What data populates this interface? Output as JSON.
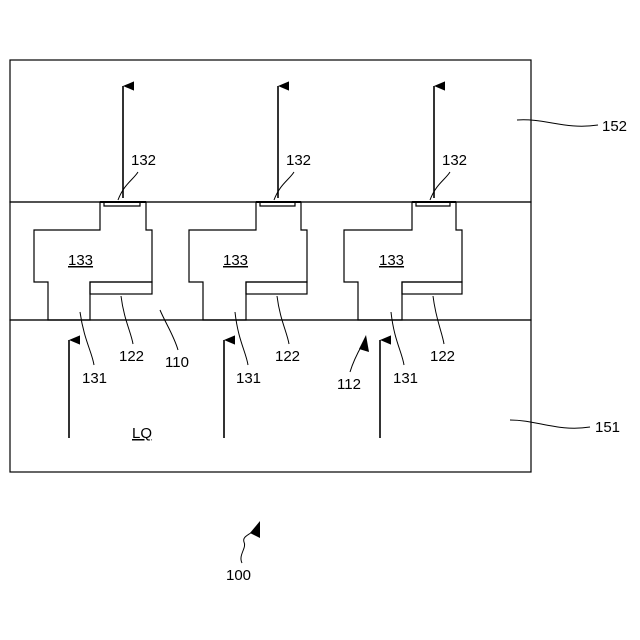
{
  "regions": {
    "upper_chamber": "152",
    "lower_chamber": "151",
    "substrate": "110",
    "flow_label": "LQ",
    "device": "100",
    "surface": "112"
  },
  "elements": [
    {
      "cavity": "133",
      "outlet": "132",
      "inlet": "131",
      "film": "122"
    },
    {
      "cavity": "133",
      "outlet": "132",
      "inlet": "131",
      "film": "122"
    },
    {
      "cavity": "133",
      "outlet": "132",
      "inlet": "131",
      "film": "122"
    }
  ],
  "colors": {
    "chamber_fill": "#ededed",
    "line": "#000000",
    "background": "#ffffff"
  }
}
